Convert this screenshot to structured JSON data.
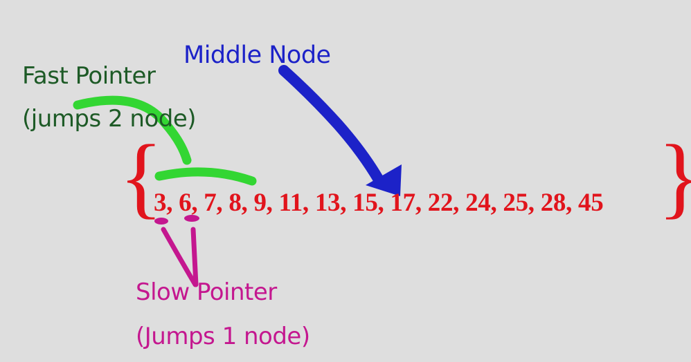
{
  "labels": {
    "fast_line1": "Fast Pointer",
    "fast_line2": "(jumps 2 node)",
    "middle": "Middle Node",
    "slow_line1": "Slow Pointer",
    "slow_line2": "(Jumps 1 node)"
  },
  "list": {
    "open_brace": "{",
    "close_brace": "}",
    "values": [
      "3",
      "6",
      "7",
      "8",
      "9",
      "11",
      "13",
      "15",
      "17",
      "22",
      "24",
      "25",
      "28",
      "45"
    ]
  },
  "colors": {
    "background": "#dedede",
    "fast": "#1d5a26",
    "fast_marker": "#33d633",
    "middle": "#1c22c8",
    "slow": "#c4178f",
    "numbers": "#e1141c"
  }
}
